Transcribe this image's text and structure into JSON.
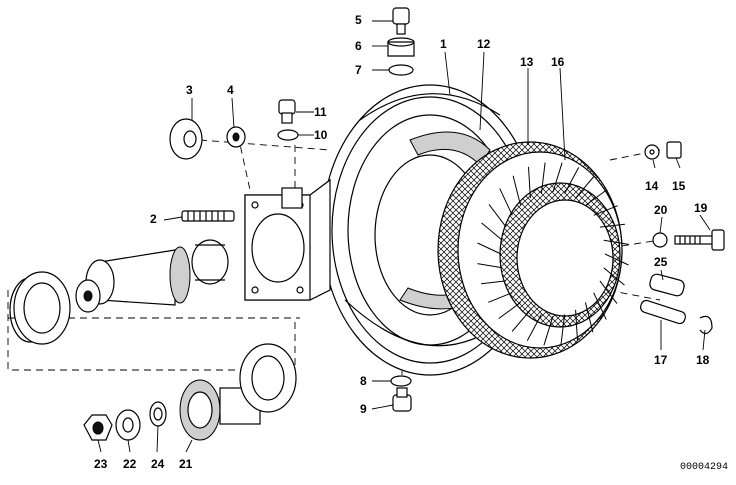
{
  "diagram": {
    "document_number": "00004294",
    "part_labels": [
      "1",
      "2",
      "3",
      "4",
      "5",
      "6",
      "7",
      "8",
      "9",
      "10",
      "11",
      "12",
      "13",
      "14",
      "15",
      "16",
      "17",
      "18",
      "19",
      "20",
      "21",
      "22",
      "23",
      "24",
      "25"
    ]
  }
}
